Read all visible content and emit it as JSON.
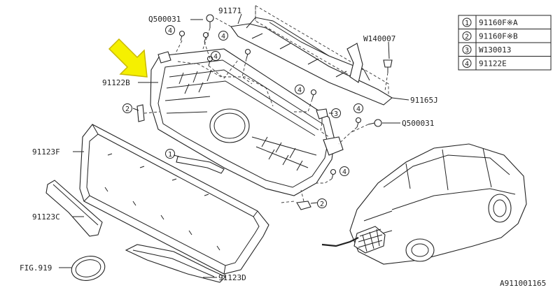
{
  "callouts": {
    "q500031_top": "Q500031",
    "p91171": "91171",
    "w140007": "W140007",
    "p91122b": "91122B",
    "p91165j": "91165J",
    "q500031_right": "Q500031",
    "p91123f": "91123F",
    "p91123c": "91123C",
    "fig919": "FIG.919",
    "p91123d": "91123D"
  },
  "circled_markers": {
    "one": "1",
    "two": "2",
    "three": "3",
    "four": "4"
  },
  "legend": {
    "rows": [
      {
        "num": "1",
        "part": "91160F※A"
      },
      {
        "num": "2",
        "part": "91160F※B"
      },
      {
        "num": "3",
        "part": "W130013"
      },
      {
        "num": "4",
        "part": "91122E"
      }
    ]
  },
  "figure_id": "A911001165",
  "colors": {
    "arrow_fill": "#f5f000",
    "arrow_stroke": "#c9b800",
    "line": "#222222"
  }
}
